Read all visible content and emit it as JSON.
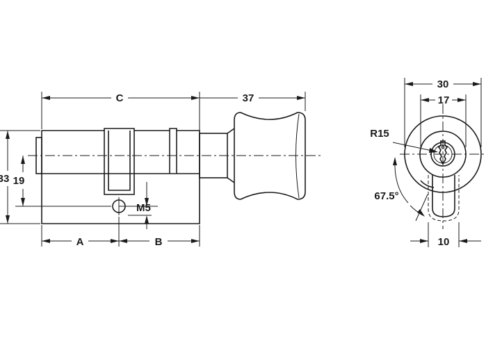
{
  "labels": {
    "dim_c": "C",
    "dim_37": "37",
    "dim_33": "33",
    "dim_19": "19",
    "dim_m5": "M5",
    "dim_a": "A",
    "dim_b": "B",
    "dim_30": "30",
    "dim_17": "17",
    "dim_r15": "R15",
    "dim_angle": "67.5°",
    "dim_10": "10"
  },
  "colors": {
    "line": "#1a1a1a",
    "background": "#ffffff"
  }
}
